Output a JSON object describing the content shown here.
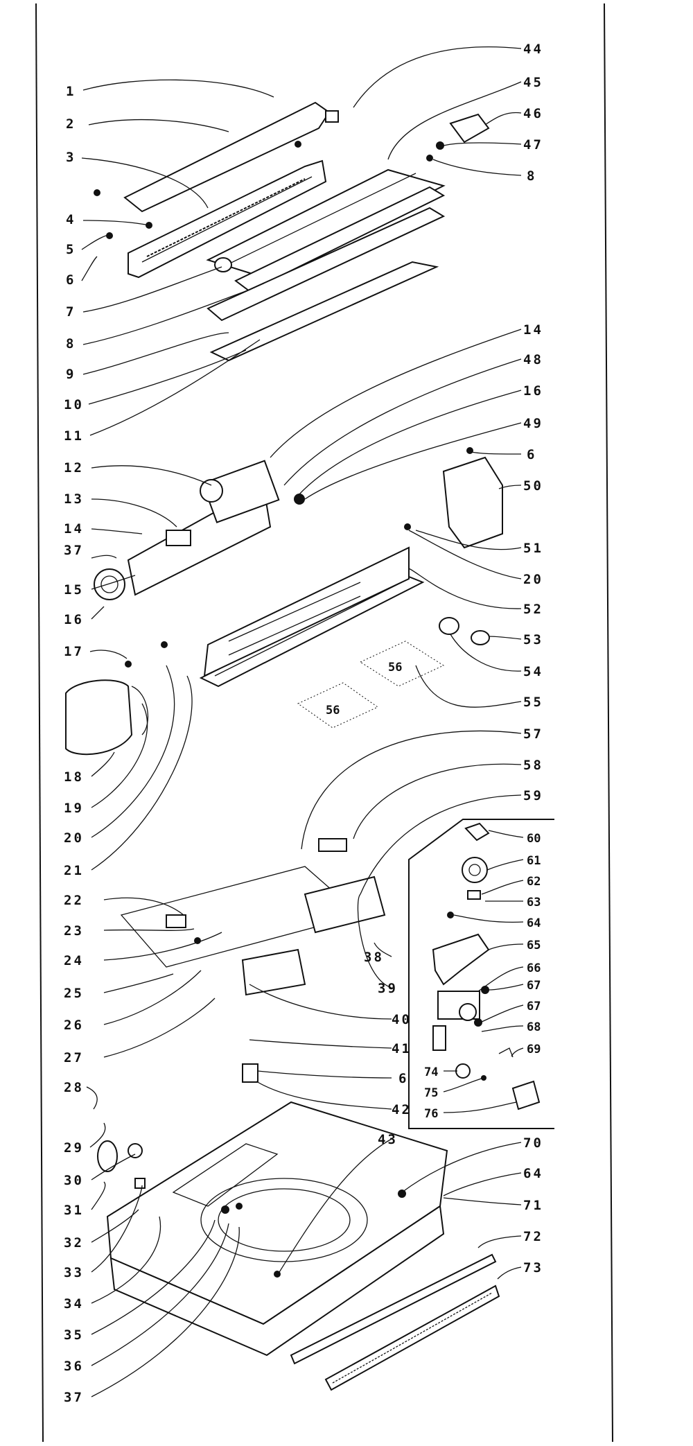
{
  "diagram": {
    "labels_left": [
      "1",
      "2",
      "3",
      "4",
      "5",
      "6",
      "7",
      "8",
      "9",
      "10",
      "11",
      "12",
      "13",
      "14",
      "37",
      "15",
      "16",
      "17",
      "18",
      "19",
      "20",
      "21",
      "22",
      "23",
      "24",
      "25",
      "26",
      "27",
      "28",
      "29",
      "30",
      "31",
      "32",
      "33",
      "34",
      "35",
      "36",
      "37"
    ],
    "labels_right": [
      "44",
      "45",
      "46",
      "47",
      "8",
      "14",
      "48",
      "16",
      "49",
      "6",
      "50",
      "51",
      "20",
      "52",
      "53",
      "54",
      "55",
      "57",
      "58",
      "59",
      "38",
      "39",
      "40",
      "41",
      "6",
      "42",
      "43",
      "70",
      "64",
      "71",
      "72",
      "73"
    ],
    "labels_inset": [
      "60",
      "61",
      "62",
      "63",
      "64",
      "65",
      "66",
      "67",
      "67",
      "68",
      "69",
      "74",
      "75",
      "76"
    ],
    "labels_callout": [
      "56",
      "56"
    ]
  }
}
